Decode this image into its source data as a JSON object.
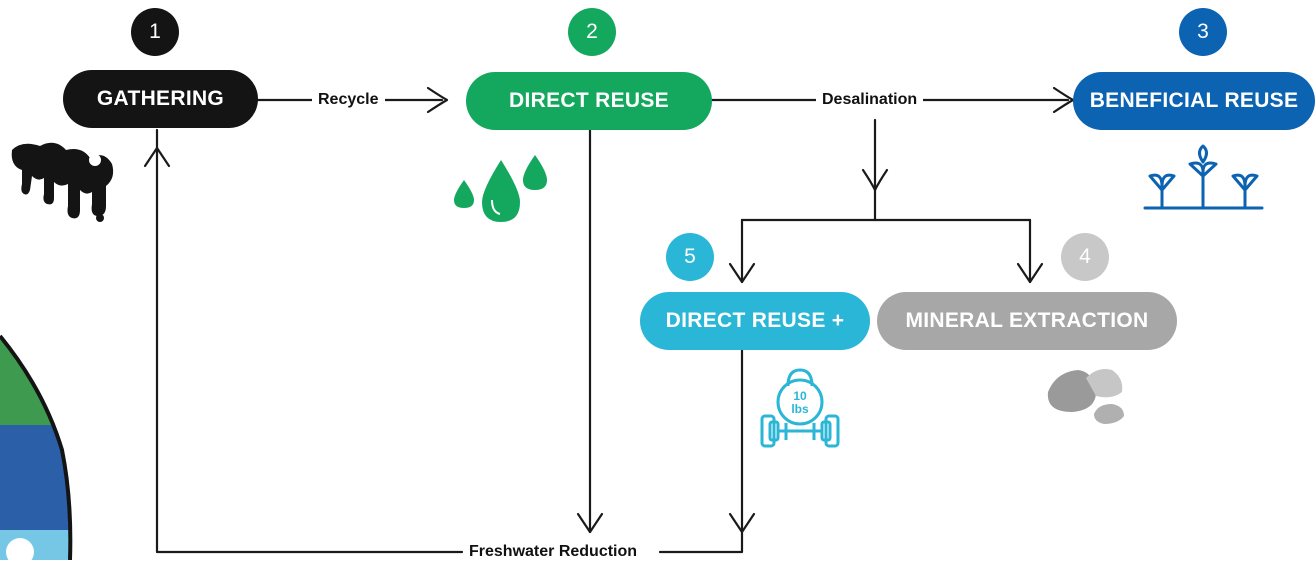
{
  "colors": {
    "gathering": "#141414",
    "direct_reuse": "#14a85e",
    "beneficial_reuse": "#0b63b2",
    "direct_reuse_plus": "#2ab6d6",
    "mineral_extraction": "#a7a7a7",
    "line": "#1a1a1a"
  },
  "nodes": {
    "gathering": {
      "number": "1",
      "label": "GATHERING",
      "icon": "oil-drip-icon"
    },
    "direct_reuse": {
      "number": "2",
      "label": "DIRECT REUSE",
      "icon": "water-drops-icon"
    },
    "beneficial_reuse": {
      "number": "3",
      "label": "BENEFICIAL REUSE",
      "icon": "crop-sprouts-icon"
    },
    "mineral_extraction": {
      "number": "4",
      "label": "MINERAL EXTRACTION",
      "icon": "rocks-icon"
    },
    "direct_reuse_plus": {
      "number": "5",
      "label": "DIRECT REUSE +",
      "icon": "kettlebell-dumbbell-icon",
      "icon_text_top": "10",
      "icon_text_bottom": "lbs"
    }
  },
  "edges": {
    "recycle": "Recycle",
    "desalination": "Desalination",
    "freshwater_reduction": "Freshwater Reduction"
  }
}
